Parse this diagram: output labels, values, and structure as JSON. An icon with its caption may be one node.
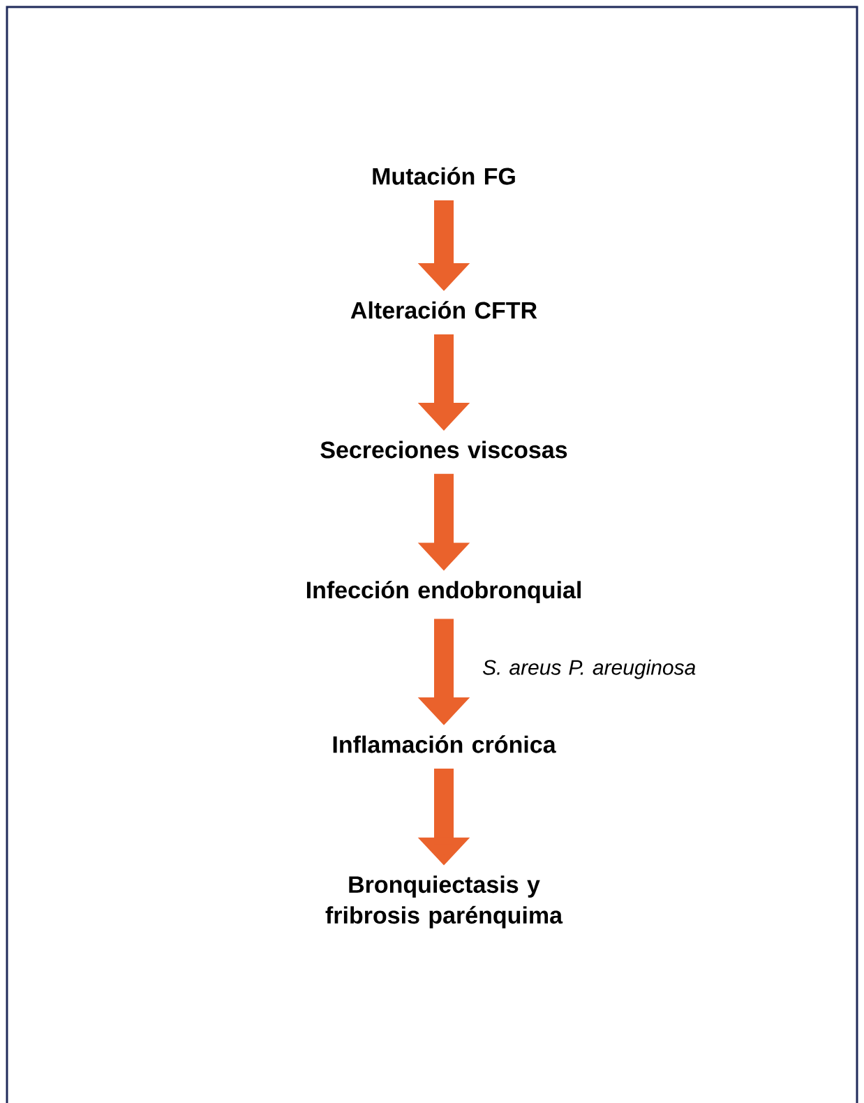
{
  "diagram": {
    "nodes": [
      {
        "text": [
          "Mutación FG"
        ]
      },
      {
        "text": [
          "Alteración CFTR"
        ]
      },
      {
        "text": [
          "Secreciones viscosas"
        ]
      },
      {
        "text": [
          "Infección endobronquial"
        ]
      },
      {
        "text": [
          "Inflamación crónica"
        ]
      },
      {
        "text": [
          "Bronquiectasis y fribrosis parénquima"
        ]
      }
    ],
    "edges": [
      {
        "from": 0,
        "to": 1,
        "arrow": "to"
      },
      {
        "from": 1,
        "to": 2,
        "arrow": "to"
      },
      {
        "from": 2,
        "to": 3,
        "arrow": "to"
      },
      {
        "from": 3,
        "to": 4,
        "arrow": "to",
        "label": "S. areus P. areuginosa"
      },
      {
        "from": 4,
        "to": 5,
        "arrow": "to"
      }
    ]
  }
}
